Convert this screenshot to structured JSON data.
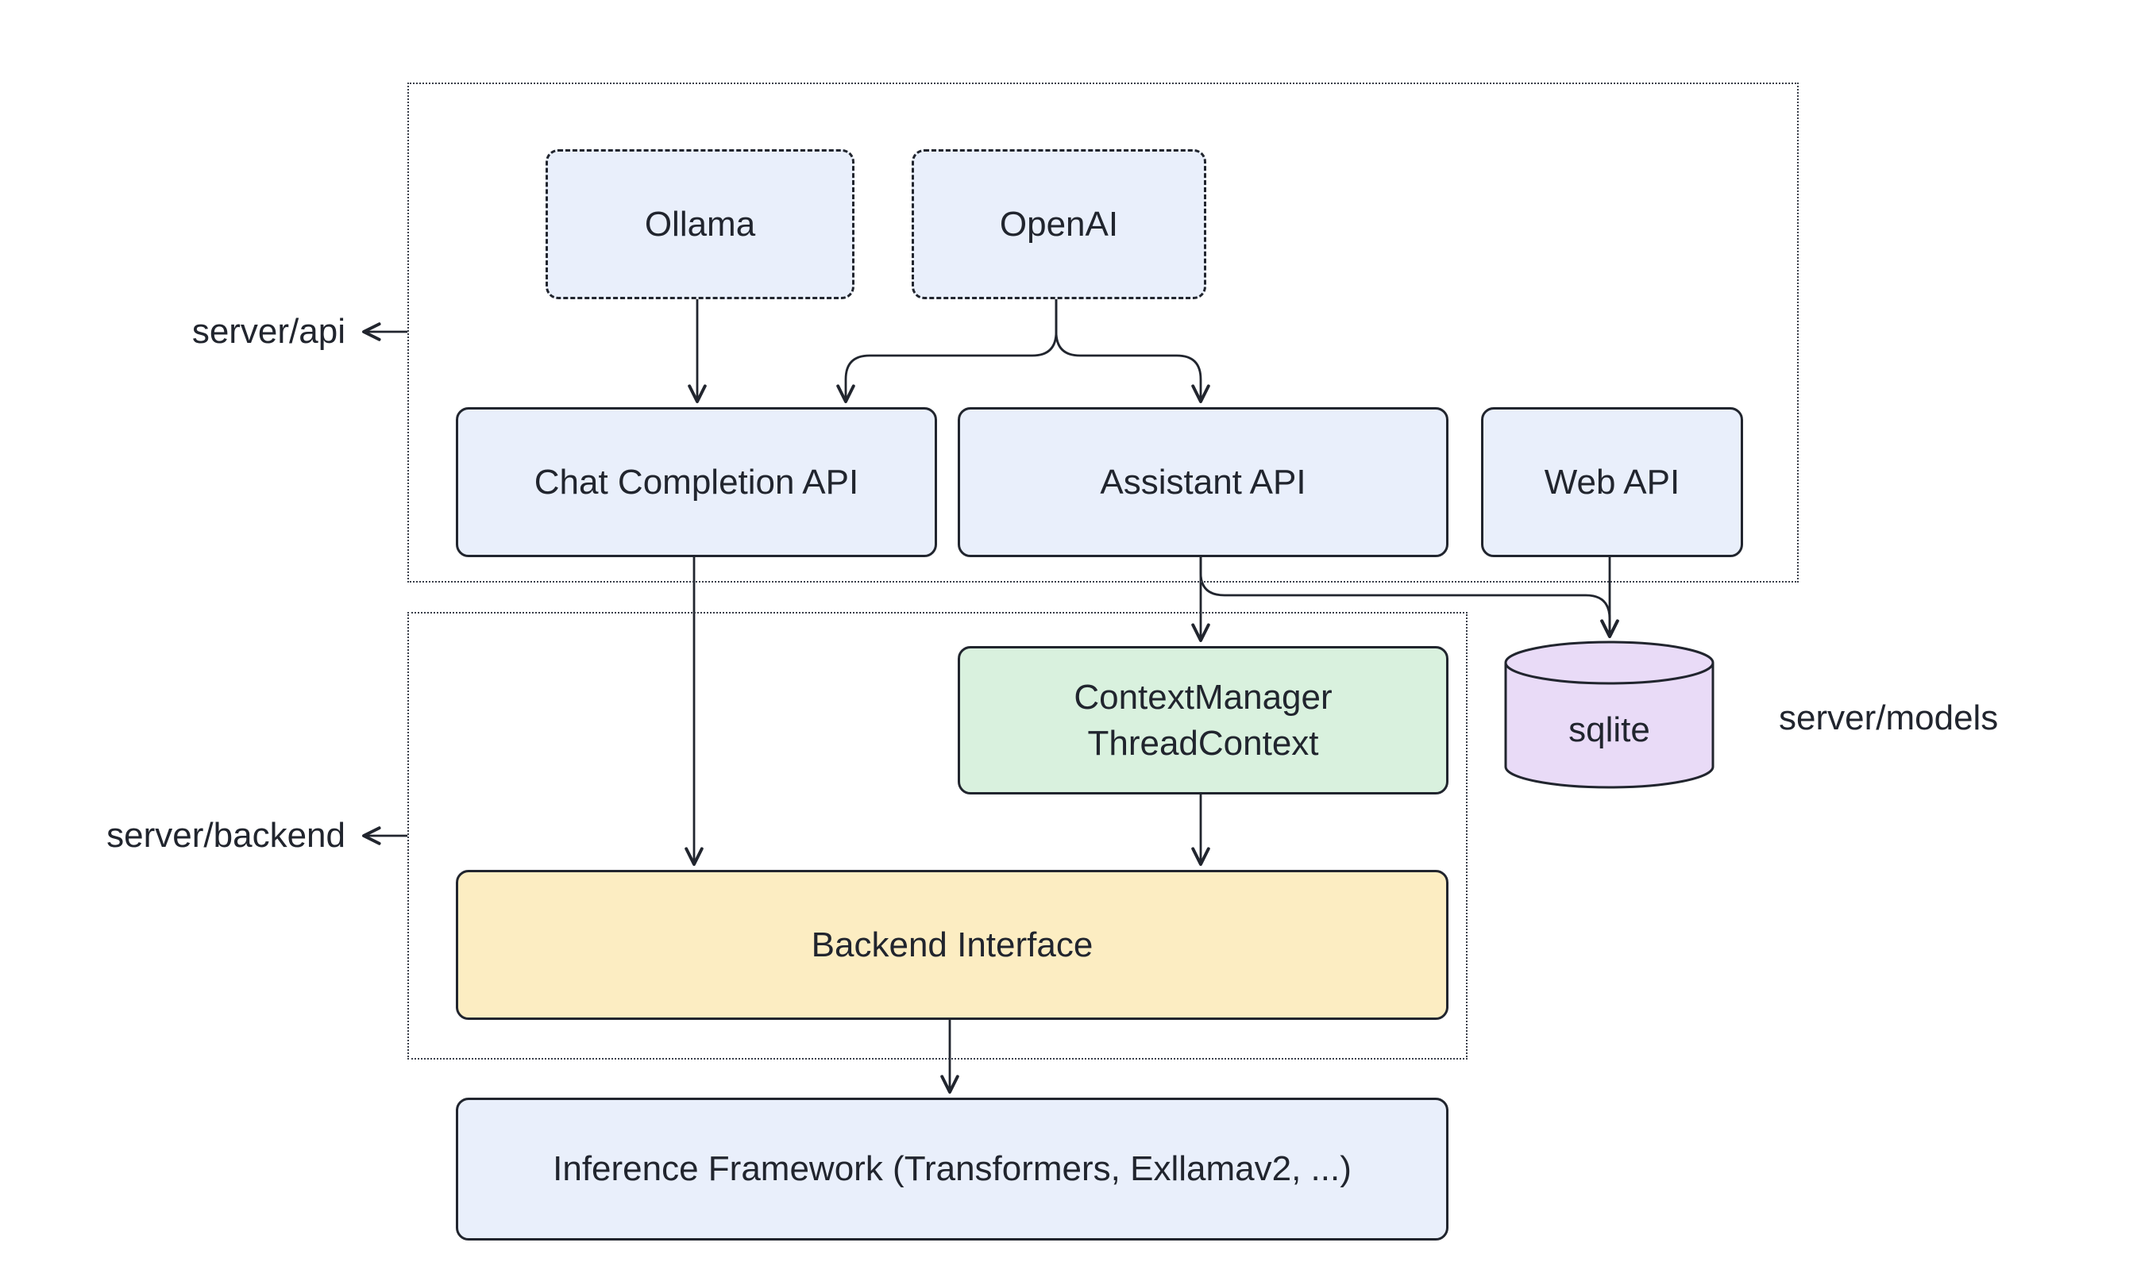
{
  "diagram": {
    "regions": {
      "api": {
        "label": "server/api"
      },
      "backend": {
        "label": "server/backend"
      },
      "models": {
        "label": "server/models"
      }
    },
    "nodes": {
      "ollama": {
        "label": "Ollama"
      },
      "openai": {
        "label": "OpenAI"
      },
      "chat_completion_api": {
        "label": "Chat Completion API"
      },
      "assistant_api": {
        "label": "Assistant API"
      },
      "web_api": {
        "label": "Web API"
      },
      "context_manager": {
        "line1": "ContextManager",
        "line2": "ThreadContext"
      },
      "sqlite": {
        "label": "sqlite"
      },
      "backend_interface": {
        "label": "Backend Interface"
      },
      "inference_framework": {
        "label": "Inference Framework (Transformers, Exllamav2, ...)"
      }
    },
    "edges": [
      {
        "from": "ollama",
        "to": "chat_completion_api"
      },
      {
        "from": "openai",
        "to": "chat_completion_api"
      },
      {
        "from": "openai",
        "to": "assistant_api"
      },
      {
        "from": "chat_completion_api",
        "to": "backend_interface"
      },
      {
        "from": "assistant_api",
        "to": "context_manager"
      },
      {
        "from": "assistant_api",
        "to": "sqlite"
      },
      {
        "from": "web_api",
        "to": "sqlite"
      },
      {
        "from": "context_manager",
        "to": "backend_interface"
      },
      {
        "from": "backend_interface",
        "to": "inference_framework"
      },
      {
        "from": "region_api_border",
        "to": "label_server_api"
      },
      {
        "from": "region_backend_border",
        "to": "label_server_backend"
      }
    ],
    "colors": {
      "node_blue": "#e9effb",
      "node_green": "#d9f1de",
      "node_yellow": "#fcedc2",
      "node_purple": "#e9dbf7",
      "stroke": "#21252e",
      "text": "#21252e",
      "background": "#ffffff"
    }
  }
}
